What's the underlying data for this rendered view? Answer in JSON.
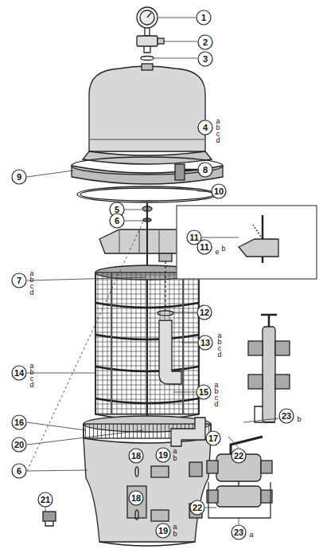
{
  "diagram": {
    "labels": [
      "1",
      "2",
      "3",
      "4",
      "a",
      "b",
      "c",
      "d",
      "8",
      "9",
      "10",
      "5",
      "6",
      "11",
      "b",
      "11",
      "e",
      "7",
      "a",
      "b",
      "c",
      "d",
      "12",
      "13",
      "a",
      "b",
      "c",
      "d",
      "14",
      "a",
      "b",
      "c",
      "d",
      "16",
      "23",
      "b",
      "15",
      "a",
      "b",
      "c",
      "d",
      "22",
      "17",
      "20",
      "6",
      "18",
      "19",
      "a",
      "b",
      "18",
      "19",
      "a",
      "b",
      "21",
      "22",
      "23",
      "a"
    ]
  }
}
